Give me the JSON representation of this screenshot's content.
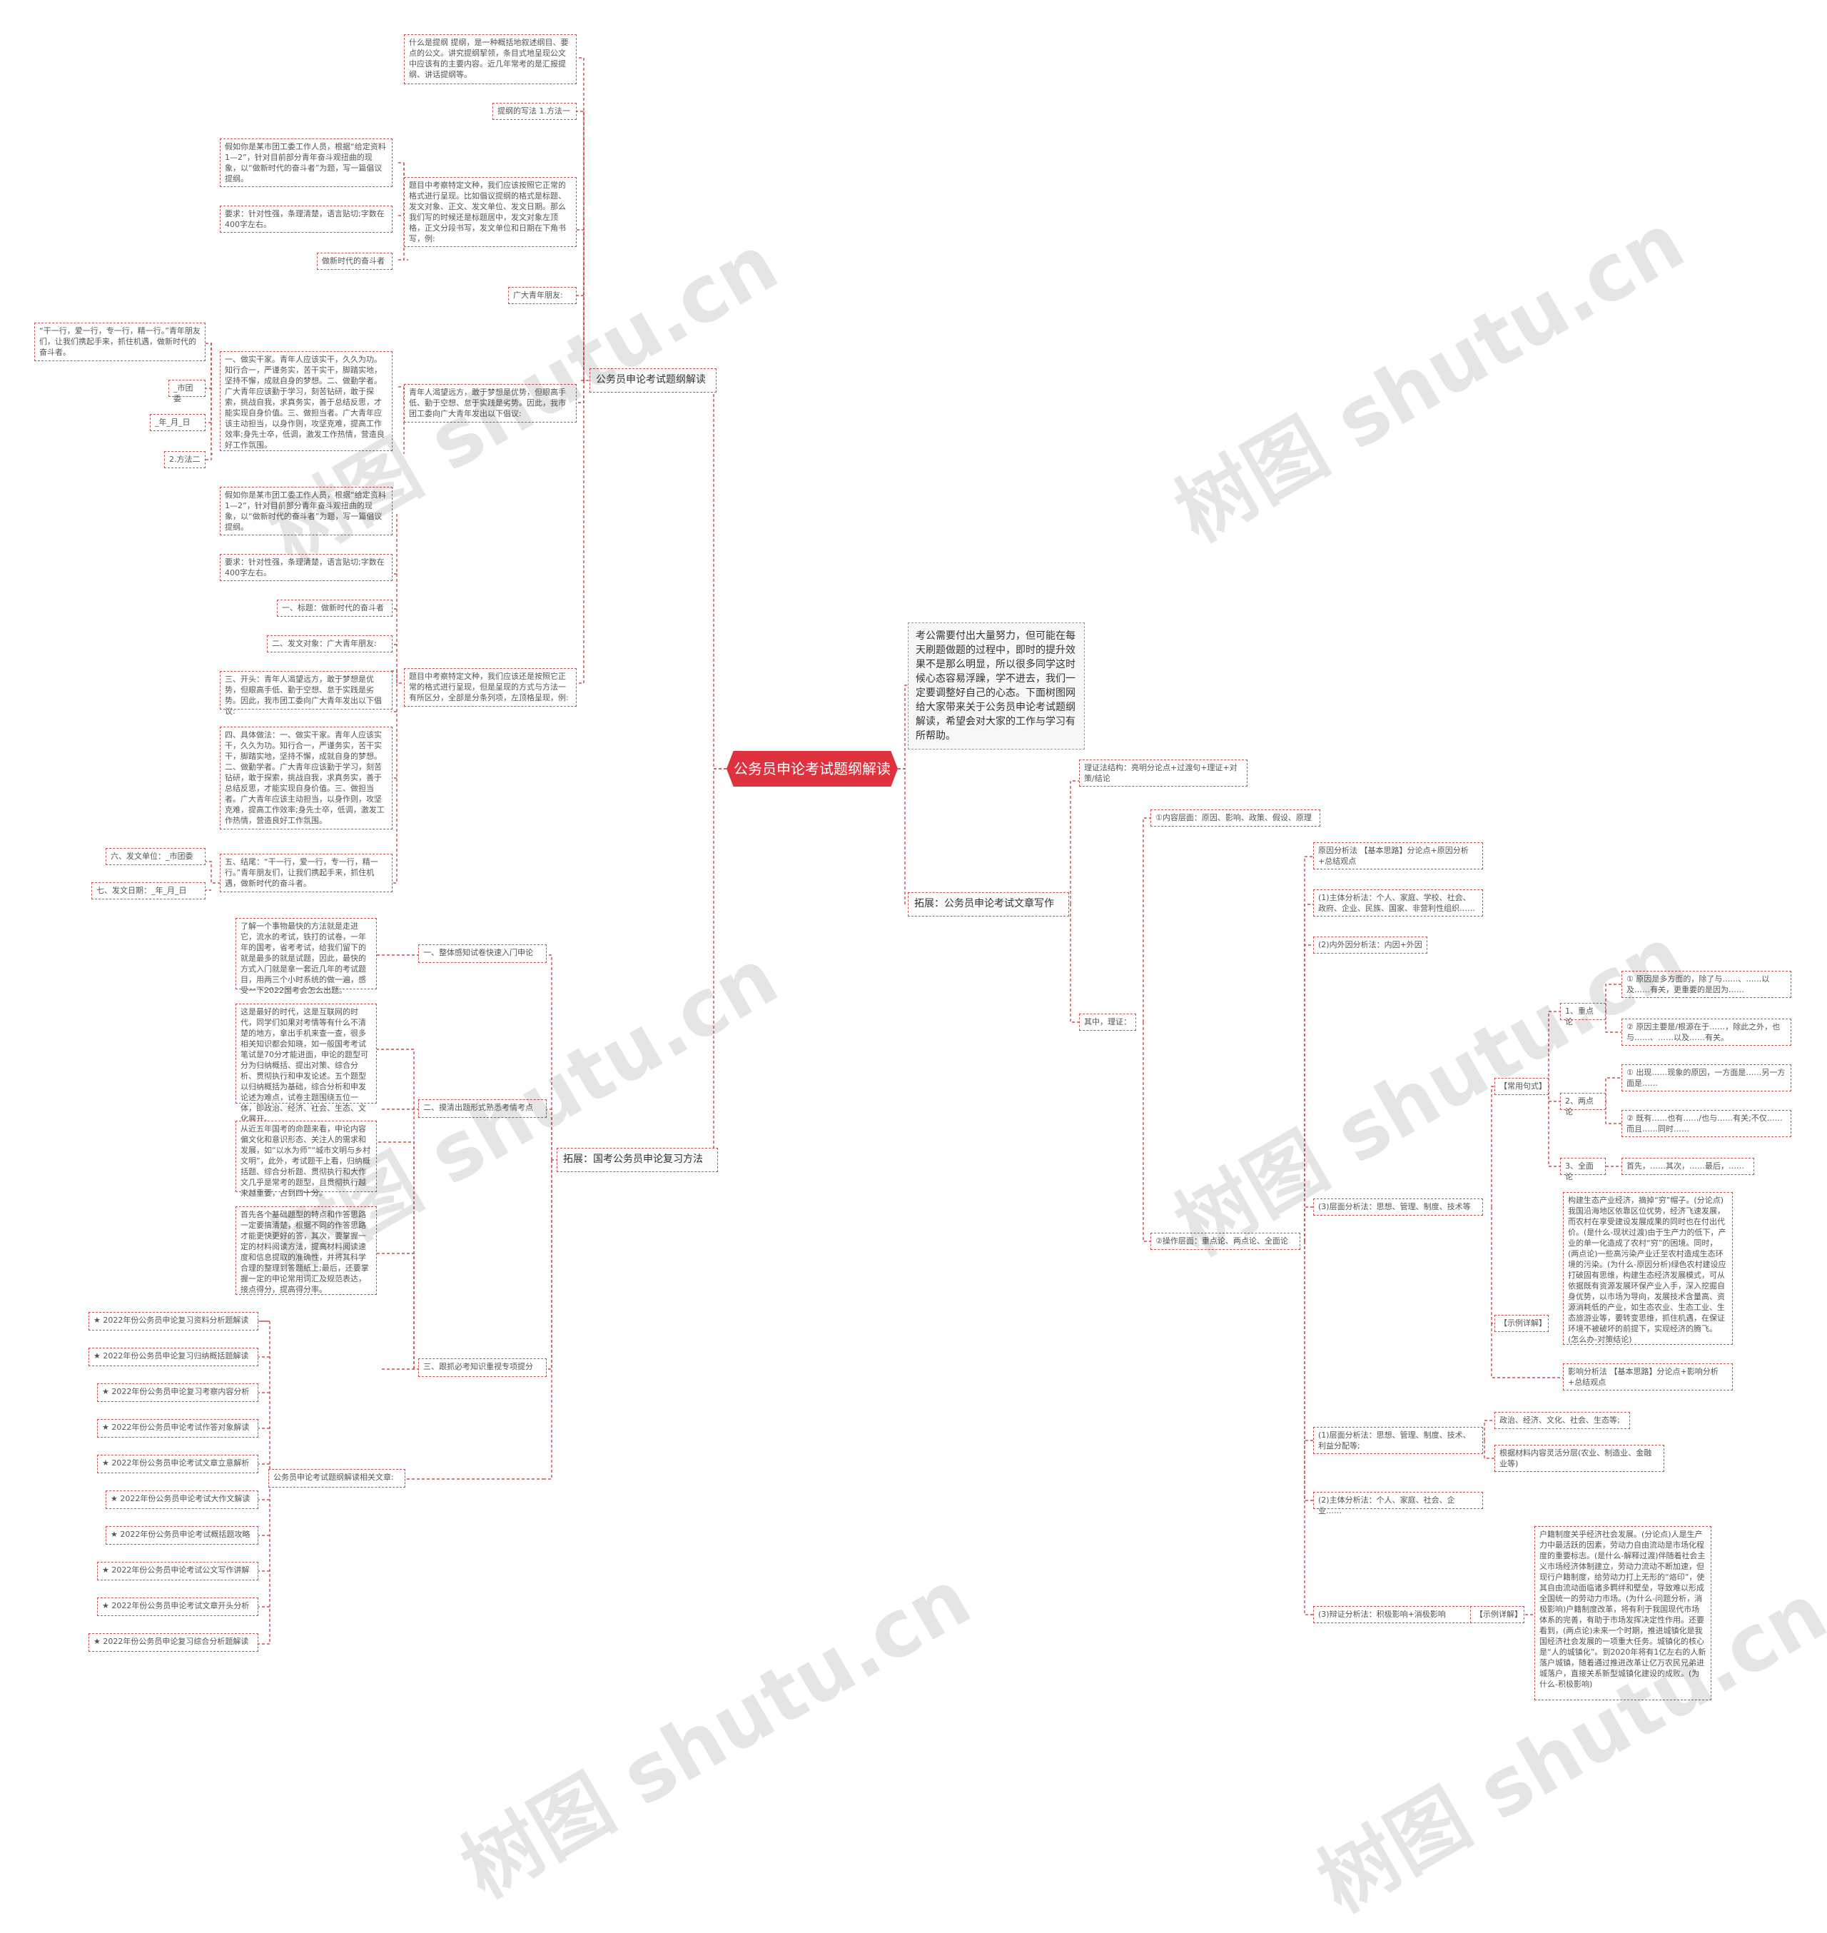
{
  "root": "公务员申论考试题纲解读",
  "intro": "考公需要付出大量努力，但可能在每天刷题做题的过程中，即时的提升效果不是那么明显，所以很多同学这时候心态容易浮躁，学不进去，我们一定要调整好自己的心态。下面树图网给大家带来关于公务员申论考试题纲解读，希望会对大家的工作与学习有所帮助。",
  "branch1": {
    "title": "公务员申论考试题纲解读",
    "what": "什么是提纲 提纲，是一种概括地叙述纲目、要点的公文。讲究提纲挈领，条目式地呈现公文中应该有的主要内容。近几年常考的是汇报提纲、讲话提纲等。",
    "method1": "提纲的写法 1.方法一",
    "format1": "题目中考察特定文种，我们应该按照它正常的格式进行呈现。比如倡议提纲的格式是标题、发文对象、正文、发文单位、发文日期。那么我们写的时候还是标题居中，发文对象左顶格，正文分段书写，发文单位和日期在下角书写，例:",
    "ex1_q": "假如你是某市团工委工作人员，根据“给定资料1—2”，针对目前部分青年奋斗观扭曲的现象，以“做新时代的奋斗者”为题，写一篇倡议提纲。",
    "ex1_req": "要求：针对性强，条理清楚，语言贴切;字数在400字左右。",
    "ex1_title": "做新时代的奋斗者",
    "ex1_to": "广大青年朋友:",
    "ex1_open": "青年人渴望远方，敢于梦想是优势，但眼高手低、勤于空想、怠于实践是劣势。因此，我市团工委向广大青年发出以下倡议:",
    "ex1_body": "一、做实干家。青年人应该实干，久久为功。知行合一，严谨务实，苦干实干，脚踏实地，坚持不懈，成就自身的梦想。二、做勤学者。广大青年应该勤于学习，刻苦钻研，敢于探索，挑战自我，求真务实，善于总结反思，才能实现自身价值。三、做担当者。广大青年应该主动担当，以身作则，攻坚克难，提高工作效率;身先士卒，低调，激发工作热情，营造良好工作氛围。",
    "ex1_close": "“干一行，爱一行，专一行，精一行。”青年朋友们，让我们携起手来，抓住机遇，做新时代的奋斗者。",
    "ex1_org": "_市团委",
    "ex1_date": "_年_月_日",
    "method2": "2.方法二",
    "format2": "题目中考察特定文种，我们应该还是按照它正常的格式进行呈现，但是呈现的方式与方法一有所区分，全部是分条列项，左顶格呈现，例:",
    "ex2_q": "假如你是某市团工委工作人员，根据“给定资料1—2”，针对目前部分青年奋斗观扭曲的现象，以“做新时代的奋斗者”为题，写一篇倡议提纲。",
    "ex2_req": "要求：针对性强，条理清楚，语言贴切;字数在400字左右。",
    "ex2_1": "一、标题：做新时代的奋斗者",
    "ex2_2": "二、发文对象：广大青年朋友:",
    "ex2_3": "三、开头：青年人渴望远方，敢于梦想是优势，但眼高手低、勤于空想、怠于实践是劣势。因此，我市团工委向广大青年发出以下倡议:",
    "ex2_4": "四、具体做法：一、做实干家。青年人应该实干，久久为功。知行合一，严谨务实，苦干实干，脚踏实地，坚持不懈，成就自身的梦想。二、做勤学者。广大青年应该勤于学习，刻苦钻研，敢于探索，挑战自我，求真务实，善于总结反思，才能实现自身价值。三、做担当者。广大青年应该主动担当，以身作则，攻坚克难，提高工作效率;身先士卒，低调，激发工作热情，营造良好工作氛围。",
    "ex2_5": "五、结尾：“干一行，爱一行，专一行，精一行。”青年朋友们，让我们携起手来，抓住机遇，做新时代的奋斗者。",
    "ex2_6": "六、发文单位：_市团委",
    "ex2_7": "七、发文日期：_年_月_日"
  },
  "branch2": {
    "title": "拓展：国考公务员申论复习方法",
    "s1": "一、整体感知试卷快速入门申论",
    "s1_text": "了解一个事物最快的方法就是走进它，流水的考试，铁打的试卷，一年年的国考，省考考试，给我们留下的就是最多的就是试题，因此，最快的方式入门就是拿一套近几年的考试题目，用两三个小时系统的做一遍，感受一下2022国考会怎么出题。",
    "s2": "二、摸清出题形式熟悉考情考点",
    "s2_text1": "这是最好的时代，这是互联网的时代，同学们如果对考情等有什么不清楚的地方，拿出手机来查一查，很多相关知识都会知晓，如一般国考考试笔试是70分才能进面，申论的题型可分为归纳概括、提出对策、综合分析、贯彻执行和申发论述。五个题型以归纳概括为基础，综合分析和申发论述为难点，试卷主题围绕五位一体，即政治、经济、社会、生态、文化展开。",
    "s2_text2": "从近五年国考的命题来看，申论内容偏文化和意识形态、关注人的需求和发展，如“以水为师”“城市文明与乡村文明”，此外，考试题干上看，归纳概括题、综合分析题、贯彻执行和大作文几乎是常考的题型，且贯彻执行越来越重要，占到四十分。",
    "s3": "三、跟抓必考知识重视专项提分",
    "s3_text": "首先各个基础题型的特点和作答思路一定要搞清楚，根据不同的作答思路才能更快更好的答，其次，要掌握一定的材料阅读方法，提高材料阅读速度和信息提取的准确性，并将其科学合理的整理到答题纸上;最后，还要掌握一定的申论常用词汇及规范表达，接点得分，提高得分率。",
    "related": "公务员申论考试题纲解读相关文章:",
    "articles": [
      "★ 2022年份公务员申论复习资料分析题解读",
      "★ 2022年份公务员申论复习归纳概括题解读",
      "★ 2022年份公务员申论复习考察内容分析",
      "★ 2022年份公务员申论考试作答对象解读",
      "★ 2022年份公务员申论考试文章立意解析",
      "★ 2022年份公务员申论考试大作文解读",
      "★ 2022年份公务员申论考试概括题攻略",
      "★ 2022年份公务员申论考试公文写作讲解",
      "★ 2022年份公务员申论考试文章开头分析",
      "★ 2022年份公务员申论复习综合分析题解读"
    ]
  },
  "branch3": {
    "title": "拓展：公务员申论考试文章写作",
    "structure": "理证法结构：亮明分论点+过渡句+理证+对策/结论",
    "among": "其中，理证：",
    "level1": "①内容层面：原因、影响、政策、假设、原理",
    "level2": "②操作层面：重点论、两点论、全面论",
    "cause": "原因分析法 【基本思路】分论点+原因分析+总结观点",
    "subject1": "(1)主体分析法：个人、家庭、学校、社会、政府、企业、民族、国家、非营利性组织……",
    "inout": "(2)内外因分析法：内因+外因",
    "layer1": "(3)层面分析法：思想、管理、制度、技术等",
    "common": "【常用句式】",
    "p1": "1、重点论",
    "p1a": "① 原因是多方面的，除了与……、……以及……有关，更重要的是因为……",
    "p1b": "② 原因主要是/根源在于……，除此之外，也与……、……以及……有关。",
    "p2": "2、两点论",
    "p2a": "① 出现……现象的原因，一方面是……另一方面是……",
    "p2b": "② 既有……也有……/也与……有关;不仅……而且……同时……",
    "p3": "3、全面论",
    "p3a": "首先，……其次，……最后，……",
    "example": "【示例详解】",
    "example_text": "构建生态产业经济，摘掉“穷”帽子。(分论点)我国沿海地区依靠区位优势，经济飞速发展，而农村在享受建设发展成果的同时也在付出代价。(是什么-现状过渡)由于生产力的低下，产业的单一化造成了农村“穷”的困境。同时，(两点论)一些高污染产业迁至农村造成生态环境的污染。(为什么-原因分析)绿色农村建设应打破固有思维，构建生态经济发展模式，可从依据既有资源发展环保产业入手，深入挖掘自身优势，以市场为导向，发展技术含量高、资源消耗低的产业，如生态农业、生态工业、生态旅游业等，要转变思维，抓住机遇，在保证环境不被破坏的前提下，实现经济的腾飞。(怎么办-对策结论)",
    "effect": "影响分析法 【基本思路】分论点+影响分析+总结观点",
    "layer2": "(1)层面分析法：思想、管理、制度、技术、利益分配等;",
    "layer2a": "政治、经济、文化、社会、生态等;",
    "layer2b": "根据材料内容灵活分层(农业、制造业、金融业等)",
    "subject2": "(2)主体分析法：个人、家庭、社会、企业……",
    "dialectic": "(3)辩证分析法：积极影响+消极影响",
    "example2": "【示例详解】",
    "example2_text": "户籍制度关乎经济社会发展。(分论点)人是生产力中最活跃的因素，劳动力自由流动是市场化程度的重要标志。(是什么-解释过渡)伴随着社会主义市场经济体制建立，劳动力流动不断加速，但现行户籍制度，给劳动力打上无形的“烙印”，使其自由流动面临诸多羁绊和壁垒，导致难以形成全国统一的劳动力市场。(为什么-问题分析，消极影响)户籍制度改革，将有利于我国现代市场体系的完善，有助于市场发挥决定性作用。还要看到，(两点论)未来一个时期，推进城镇化是我国经济社会发展的一项重大任务。城镇化的核心是“人的城镇化”。到2020年将有1亿左右的人新落户城镇，随着通过推进改革让亿万农民兄弟进城落户，直接关系新型城镇化建设的成败。(为什么-积极影响)"
  },
  "watermark": "树图 shutu.cn"
}
